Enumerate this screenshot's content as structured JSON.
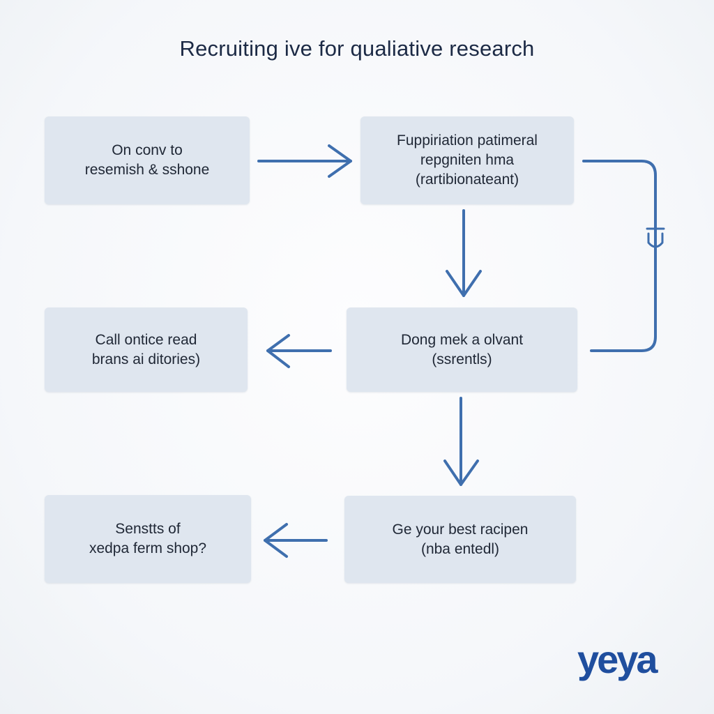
{
  "diagram": {
    "title": "Recruiting ive for qualiative research",
    "boxes": [
      {
        "id": "box-1",
        "lines": [
          "On conv to",
          "resemish & sshone"
        ]
      },
      {
        "id": "box-2",
        "lines": [
          "Fuppiriation patimeral",
          "repgniten hma",
          "(rartibionateant)"
        ]
      },
      {
        "id": "box-3",
        "lines": [
          "Call ontice read",
          "brans ai ditories)"
        ]
      },
      {
        "id": "box-4",
        "lines": [
          "Dong mek a olvant",
          "(ssrentls)"
        ]
      },
      {
        "id": "box-5",
        "lines": [
          "Senstts of",
          "xedpa ferm shop?"
        ]
      },
      {
        "id": "box-6",
        "lines": [
          "Ge your best racipen",
          "(nba entedl)"
        ]
      }
    ],
    "logo": "yeya",
    "colors": {
      "arrow": "#3f6fae",
      "box_fill": "#dfe6ef",
      "title_text": "#1c2a45",
      "logo": "#1f4e9e"
    }
  }
}
